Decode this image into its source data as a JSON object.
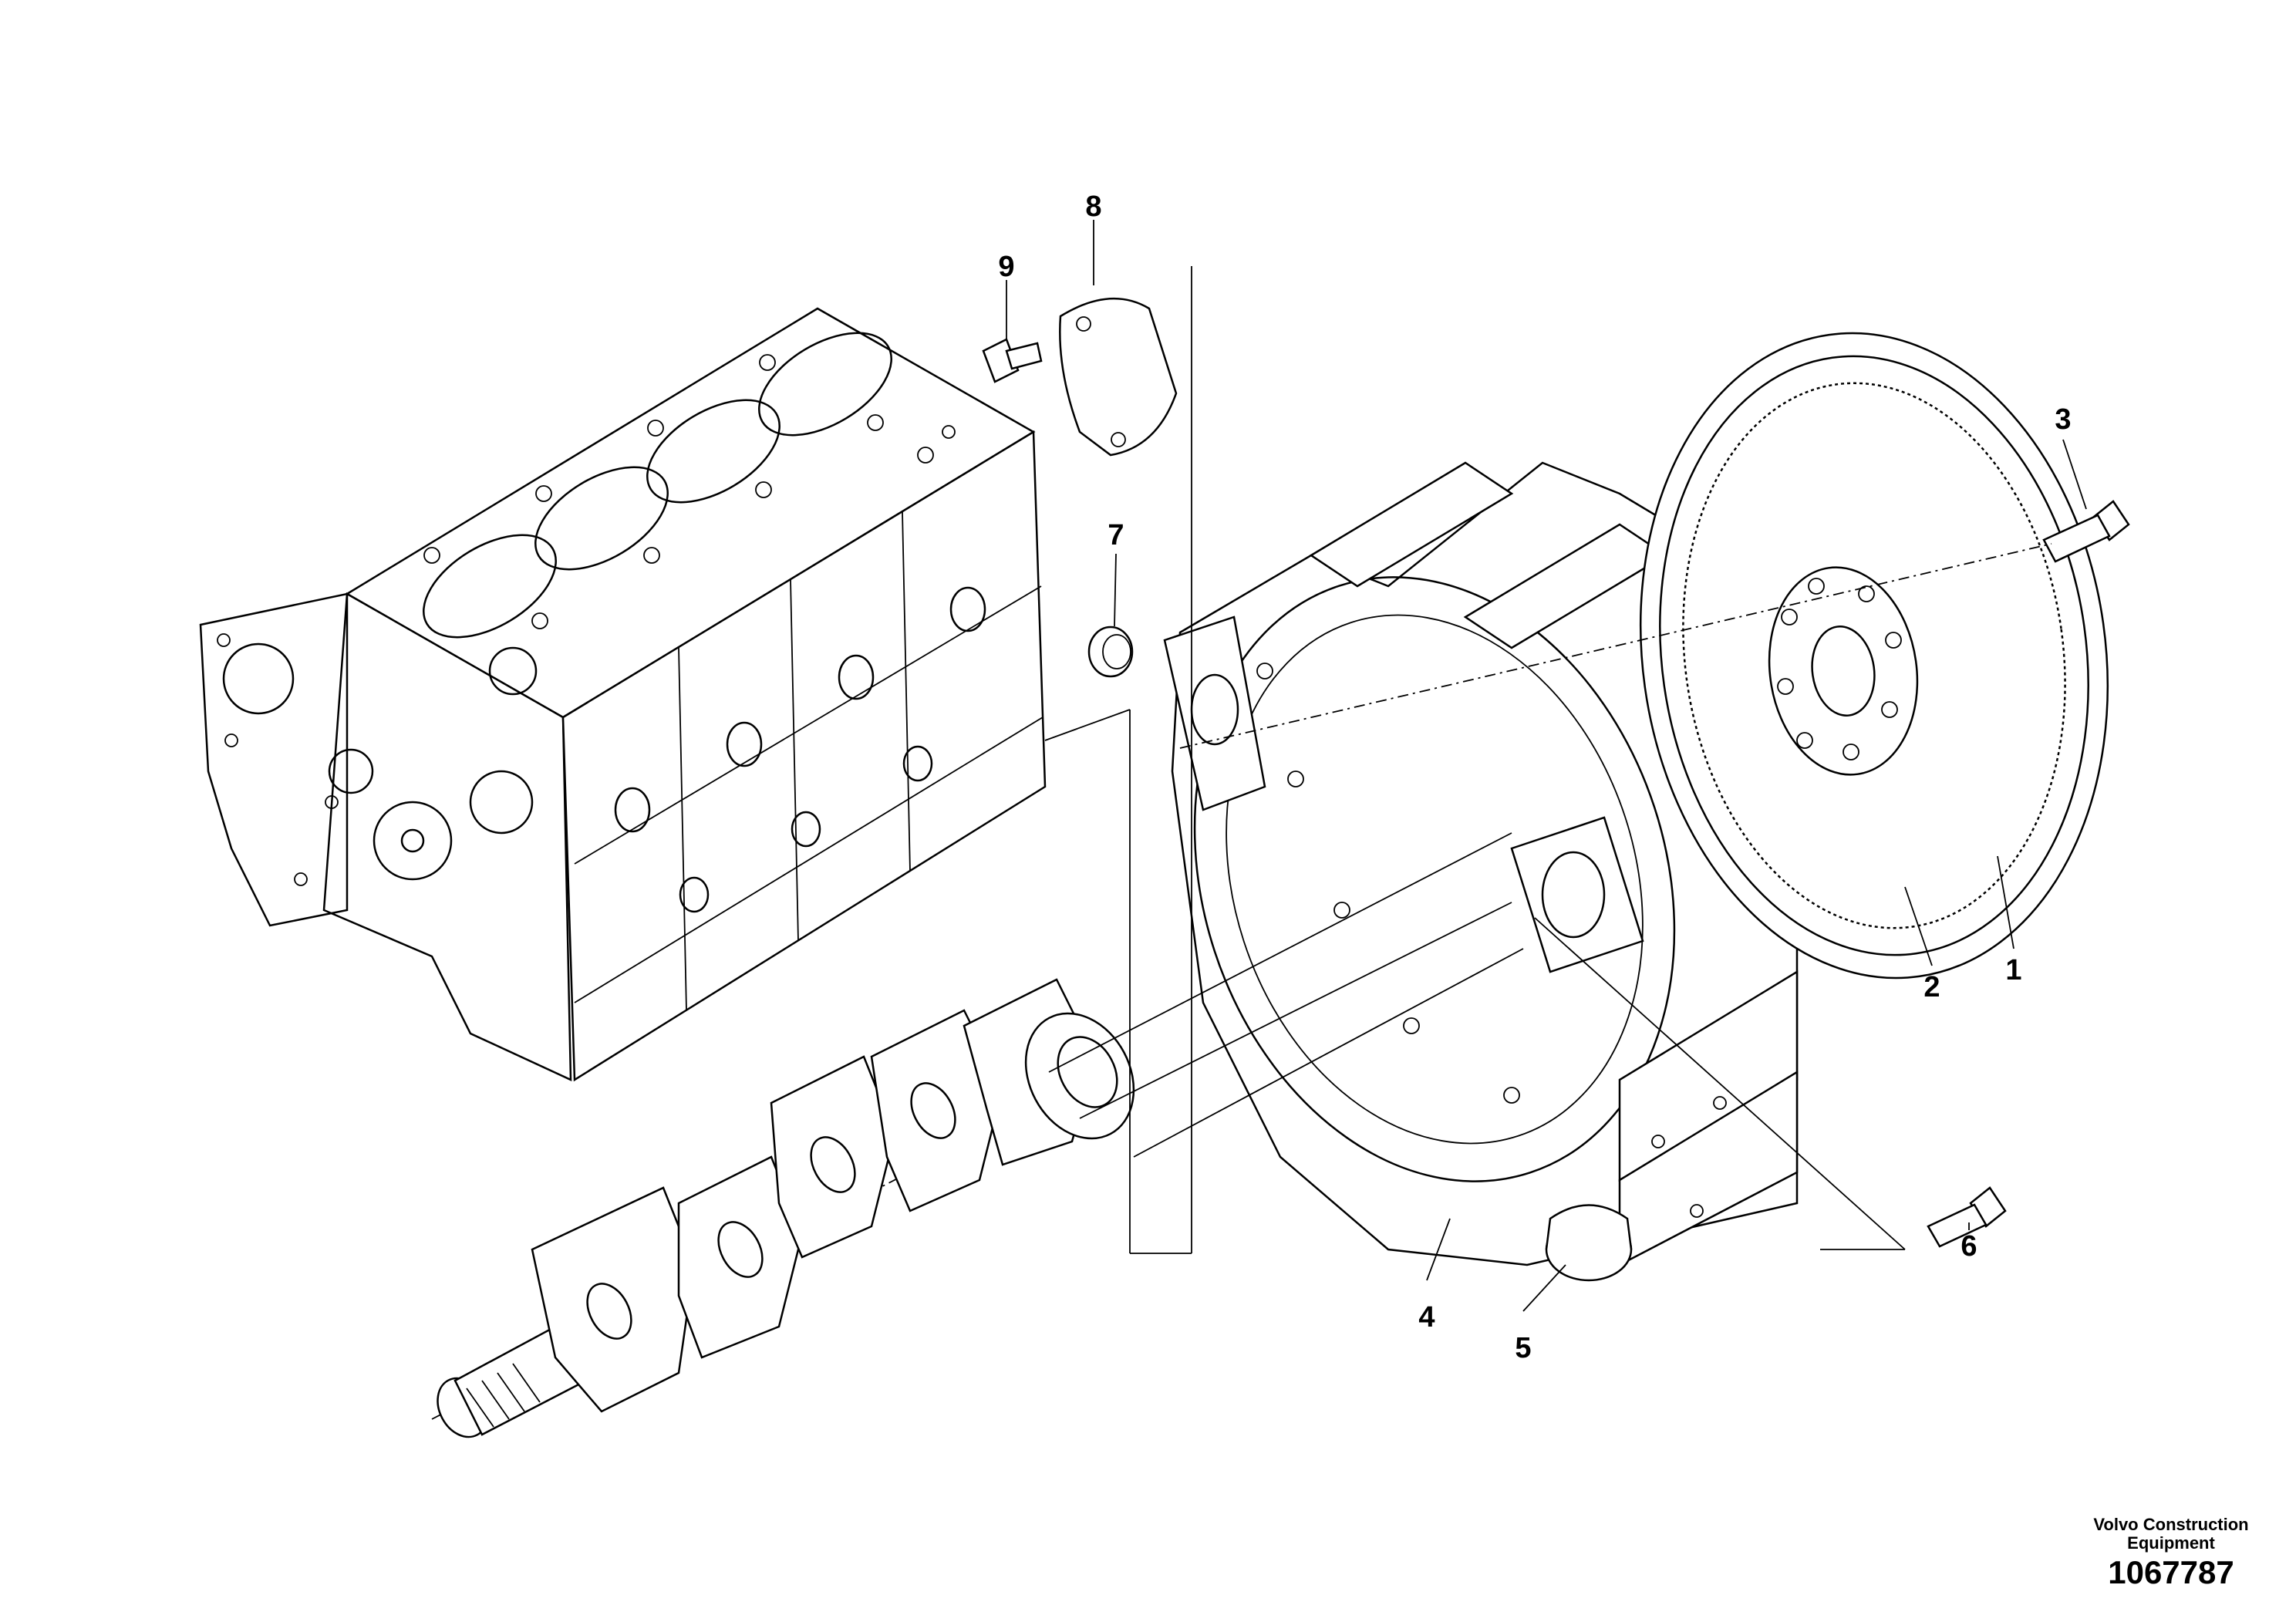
{
  "diagram": {
    "labels": [
      "1",
      "2",
      "3",
      "4",
      "5",
      "6",
      "7",
      "8",
      "9"
    ]
  },
  "footer": {
    "company_line1": "Volvo Construction",
    "company_line2": "Equipment",
    "drawing_number": "1067787"
  }
}
